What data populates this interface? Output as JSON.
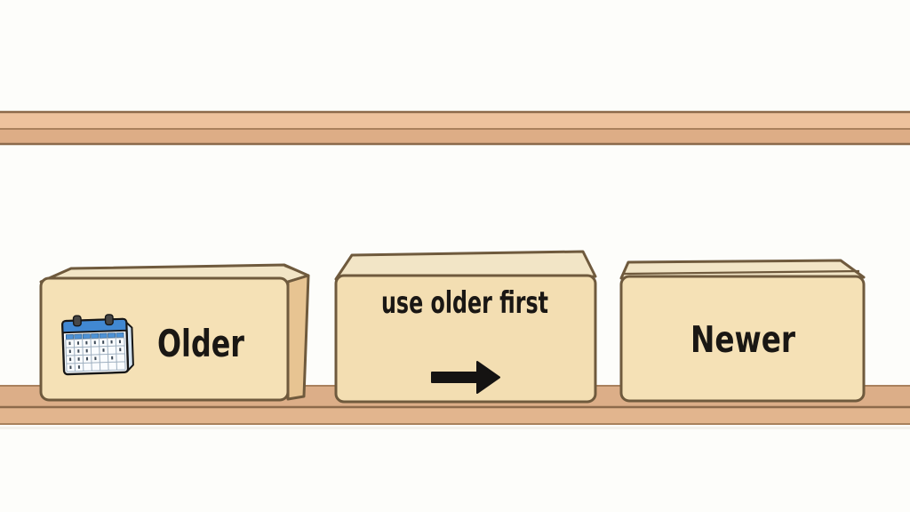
{
  "illustration": {
    "labels": {
      "older": "Older",
      "instruction": "use older first",
      "newer": "Newer"
    },
    "icons": {
      "calendar": "calendar-icon",
      "arrow": "arrow-right-icon"
    },
    "colors": {
      "background": "#fdfdfa",
      "box_front": "#f5e1b6",
      "box_front_mid": "#f3deb2",
      "box_lid": "#f2e5c6",
      "box_side": "#e7c492",
      "box_outline": "#6f5a3d",
      "shelf_top_light": "#edc29d",
      "shelf_top_dark": "#ddad86",
      "shelf_back_strip": "#dcae88",
      "shelf_front_board": "#e2b58e",
      "shelf_edge_line": "#8c6a4b",
      "label_text": "#1a1714",
      "arrow_black": "#151312",
      "calendar_blue": "#4188d2",
      "calendar_cell_blue": "#4d92d6",
      "calendar_body": "#fafcfe",
      "calendar_side": "#d4e4f2"
    }
  }
}
